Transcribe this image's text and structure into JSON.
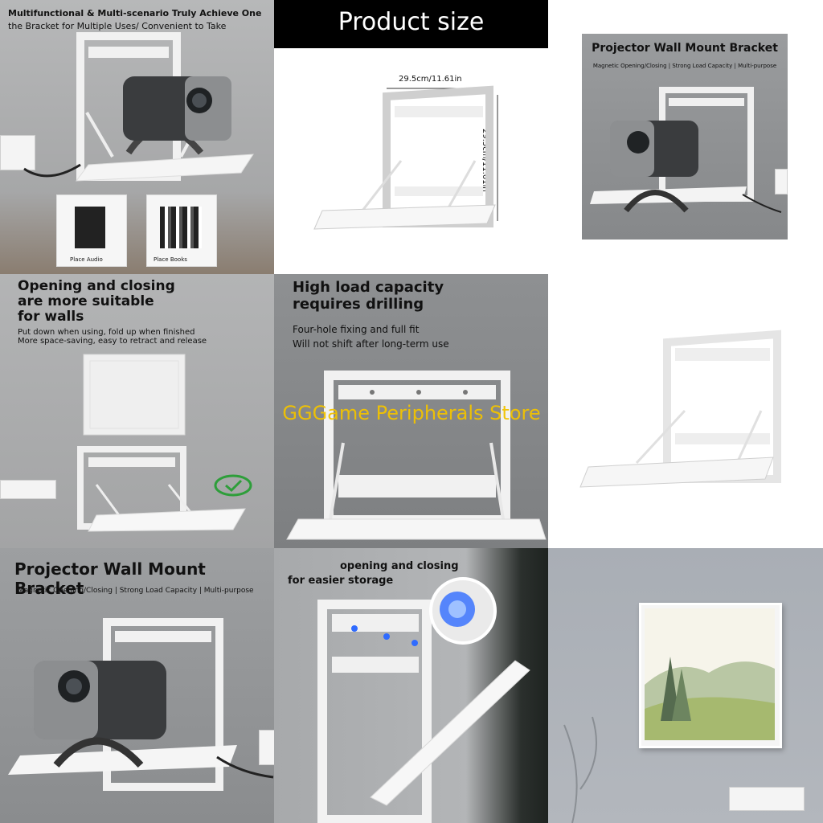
{
  "cell1": {
    "title_line1": "Multifunctional & Multi-scenario Truly Achieve One",
    "title_line2": "the Bracket for Multiple Uses/ Convenient to Take",
    "inset1_label": "Place Audio",
    "inset2_label": "Place Books"
  },
  "cell2": {
    "header": "Product size",
    "width_dim": "29.5cm/11.61in",
    "height_dim": "29.5cm/11.61in"
  },
  "cell3": {
    "title": "Projector Wall Mount Bracket",
    "subtitle": "Magnetic Opening/Closing | Strong Load Capacity | Multi-purpose"
  },
  "cell4": {
    "title_line1": "Opening and closing",
    "title_line2": "are more suitable",
    "title_line3": "for walls",
    "sub_line1": "Put down when using, fold up when finished",
    "sub_line2": "More space-saving, easy to retract and release"
  },
  "cell5": {
    "title_line1": "High load capacity",
    "title_line2": "requires drilling",
    "sub_line1": "Four-hole fixing and full fit",
    "sub_line2": "Will not shift after long-term use"
  },
  "cell7": {
    "title": "Projector Wall Mount Bracket",
    "subtitle": "Magnetic Opening/Closing | Strong Load Capacity | Multi-purpose"
  },
  "cell8": {
    "title_line1": "opening and closing",
    "title_line2": "for easier storage"
  },
  "watermark": "GGGame Peripherals Store",
  "colors": {
    "watermark": "#f2c300",
    "check": "#2e9e3a",
    "magnet_blue": "#2f6bff"
  }
}
